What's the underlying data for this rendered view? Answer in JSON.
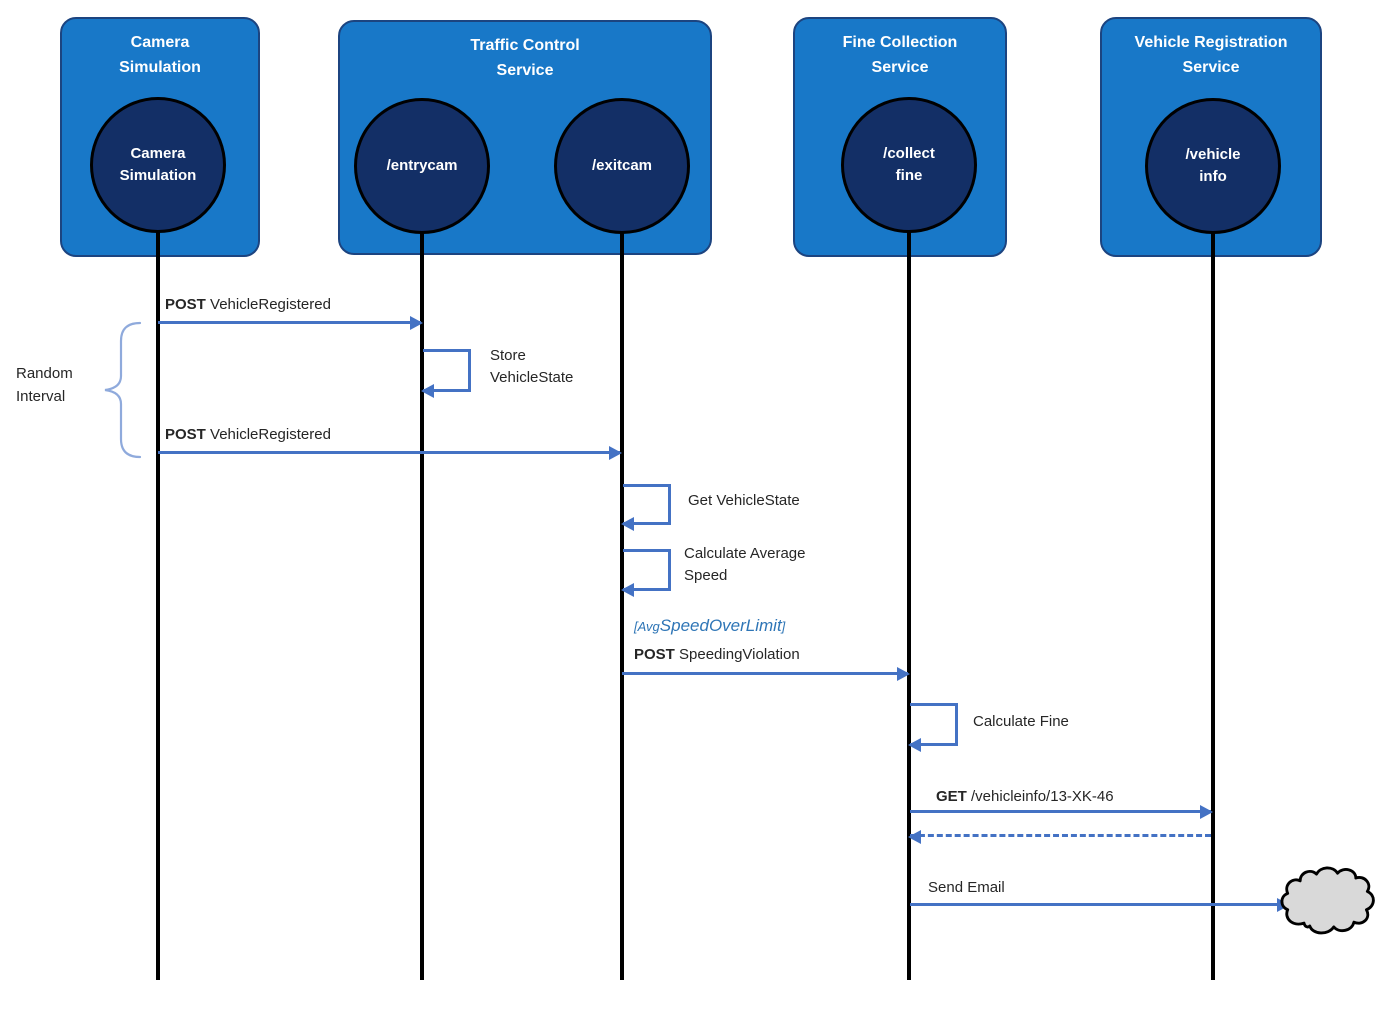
{
  "colors": {
    "box_fill": "#1878c8",
    "box_border": "#1c4480",
    "circle_fill": "#132f66",
    "circle_border": "#000000",
    "arrow": "#4472c4",
    "guard": "#2e75b6",
    "brace": "#8faadc",
    "lifeline": "#000000",
    "cloud_fill": "#d9d9d9",
    "text": "#262626"
  },
  "actors": [
    {
      "title_line1": "Camera",
      "title_line2": "Simulation",
      "endpoints": [
        {
          "line1": "Camera",
          "line2": "Simulation"
        }
      ]
    },
    {
      "title_line1": "Traffic Control",
      "title_line2": "Service",
      "endpoints": [
        {
          "line1": "/entrycam",
          "line2": ""
        },
        {
          "line1": "/exitcam",
          "line2": ""
        }
      ]
    },
    {
      "title_line1": "Fine Collection",
      "title_line2": "Service",
      "endpoints": [
        {
          "line1": "/collect",
          "line2": "fine"
        }
      ]
    },
    {
      "title_line1": "Vehicle Registration",
      "title_line2": "Service",
      "endpoints": [
        {
          "line1": "/vehicle",
          "line2": "info"
        }
      ]
    }
  ],
  "messages": {
    "post_vehicle_registered_1": {
      "keyword": "POST",
      "text": "VehicleRegistered"
    },
    "store_vehicle_state": {
      "line1": "Store",
      "line2": "VehicleState"
    },
    "post_vehicle_registered_2": {
      "keyword": "POST",
      "text": "VehicleRegistered"
    },
    "get_vehicle_state": {
      "text": "Get VehicleState"
    },
    "calculate_average_speed": {
      "line1": "Calculate Average",
      "line2": "Speed"
    },
    "guard": {
      "open": "[Avg",
      "main": "SpeedOverLimit",
      "close": "]"
    },
    "post_speeding_violation": {
      "keyword": "POST",
      "text": "SpeedingViolation"
    },
    "calculate_fine": {
      "text": "Calculate Fine"
    },
    "get_vehicle_info": {
      "keyword": "GET",
      "text": "/vehicleinfo/13-XK-46"
    },
    "send_email": {
      "text": "Send Email"
    }
  },
  "annotations": {
    "random_interval_line1": "Random",
    "random_interval_line2": "Interval"
  },
  "icons": {
    "cloud": "cloud-shape"
  }
}
